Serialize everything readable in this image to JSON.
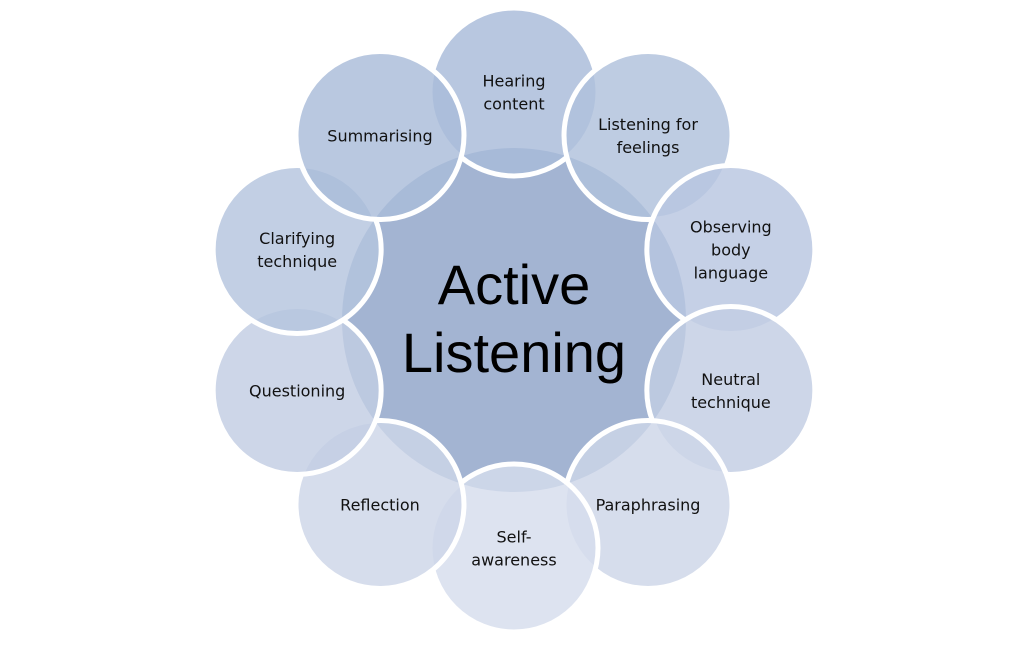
{
  "center": {
    "lines": [
      "Active",
      "Listening"
    ],
    "color": "#a3b4d2"
  },
  "nodes": [
    {
      "lines": [
        "Hearing",
        "content"
      ],
      "color": "#a8bbd9"
    },
    {
      "lines": [
        "Listening for",
        "feelings"
      ],
      "color": "#b0c1dc"
    },
    {
      "lines": [
        "Observing",
        "body",
        "language"
      ],
      "color": "#b8c6e0"
    },
    {
      "lines": [
        "Neutral",
        "technique"
      ],
      "color": "#c2cde3"
    },
    {
      "lines": [
        "Paraphrasing"
      ],
      "color": "#cdd6e8"
    },
    {
      "lines": [
        "Self-",
        "awareness"
      ],
      "color": "#d6dded"
    },
    {
      "lines": [
        "Reflection"
      ],
      "color": "#cdd6e8"
    },
    {
      "lines": [
        "Questioning"
      ],
      "color": "#c2cde3"
    },
    {
      "lines": [
        "Clarifying",
        "technique"
      ],
      "color": "#b5c4de"
    },
    {
      "lines": [
        "Summarising"
      ],
      "color": "#a9bcd9"
    }
  ]
}
